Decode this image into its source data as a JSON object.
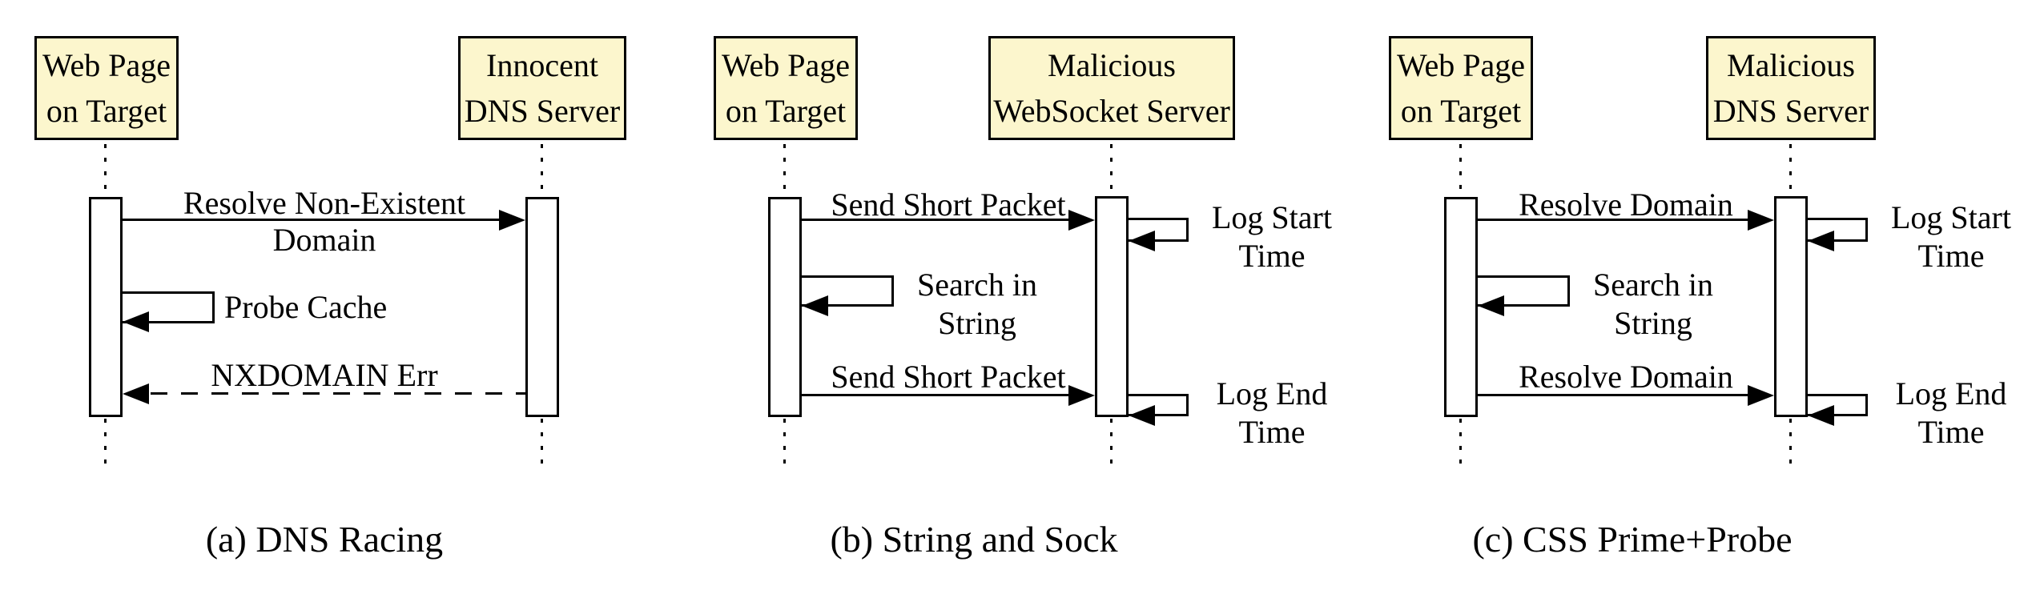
{
  "figure": {
    "type": "uml-sequence-diagram-set",
    "background_color": "#ffffff",
    "actor_fill_color": "#fcf6cd",
    "line_color": "#000000"
  },
  "panels": [
    {
      "caption": "(a) DNS Racing",
      "actor_left": {
        "line1": "Web Page",
        "line2": "on Target"
      },
      "actor_right": {
        "line1": "Innocent",
        "line2": "DNS Server"
      },
      "msg1": {
        "style": "solid",
        "direction": "left-to-right",
        "line1": "Resolve Non-Existent",
        "line2": "Domain"
      },
      "self_left": {
        "label": "Probe Cache"
      },
      "msg2": {
        "style": "dashed",
        "direction": "right-to-left",
        "label": "NXDOMAIN Err"
      }
    },
    {
      "caption": "(b) String and Sock",
      "actor_left": {
        "line1": "Web Page",
        "line2": "on Target"
      },
      "actor_right": {
        "line1": "Malicious",
        "line2": "WebSocket Server"
      },
      "msg1": {
        "style": "solid",
        "direction": "left-to-right",
        "label": "Send Short Packet"
      },
      "self_right_1": {
        "line1": "Log Start",
        "line2": "Time"
      },
      "self_left": {
        "line1": "Search in",
        "line2": "String"
      },
      "msg2": {
        "style": "solid",
        "direction": "left-to-right",
        "label": "Send Short Packet"
      },
      "self_right_2": {
        "line1": "Log End",
        "line2": "Time"
      }
    },
    {
      "caption": "(c) CSS Prime+Probe",
      "actor_left": {
        "line1": "Web Page",
        "line2": "on Target"
      },
      "actor_right": {
        "line1": "Malicious",
        "line2": "DNS Server"
      },
      "msg1": {
        "style": "solid",
        "direction": "left-to-right",
        "label": "Resolve Domain"
      },
      "self_right_1": {
        "line1": "Log Start",
        "line2": "Time"
      },
      "self_left": {
        "line1": "Search in",
        "line2": "String"
      },
      "msg2": {
        "style": "solid",
        "direction": "left-to-right",
        "label": "Resolve Domain"
      },
      "self_right_2": {
        "line1": "Log End",
        "line2": "Time"
      }
    }
  ]
}
